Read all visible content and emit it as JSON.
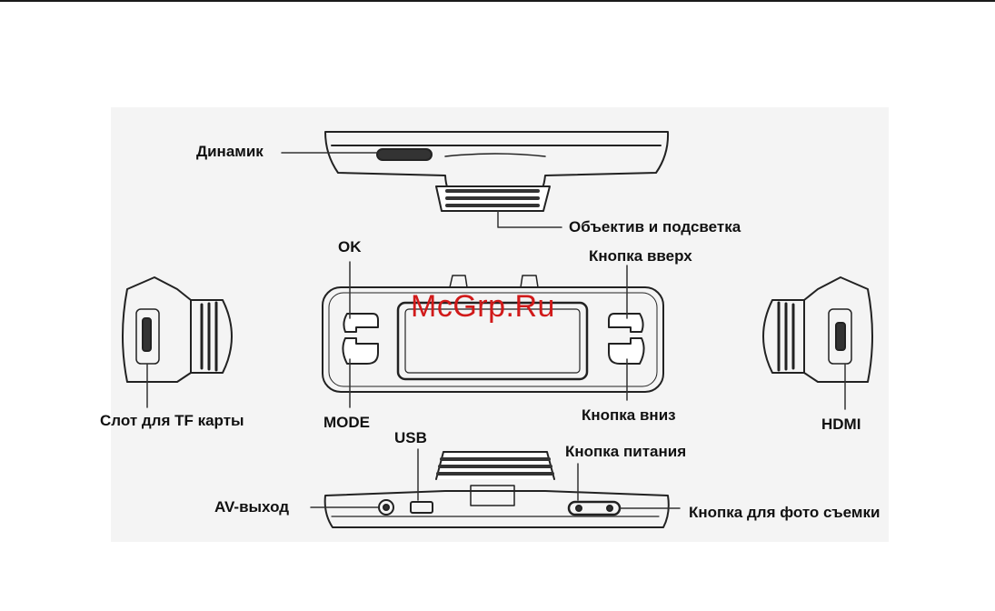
{
  "labels": {
    "speaker": "Динамик",
    "lens": "Объектив и подсветка",
    "ok": "OK",
    "up": "Кнопка вверх",
    "tf_slot": "Слот для TF карты",
    "mode": "MODE",
    "down": "Кнопка вниз",
    "hdmi": "HDMI",
    "usb": "USB",
    "power": "Кнопка питания",
    "av_out": "AV-выход",
    "photo": "Кнопка для фото съемки"
  },
  "watermark": "McGrp.Ru",
  "colors": {
    "watermark": "#d11a1a",
    "line": "#222222",
    "panel": "#f4f4f4"
  }
}
